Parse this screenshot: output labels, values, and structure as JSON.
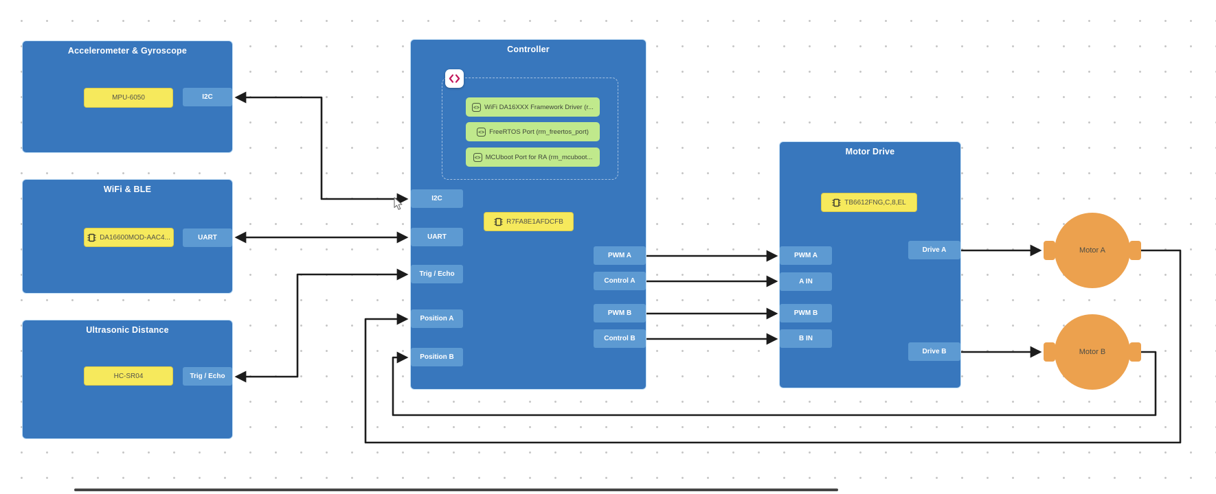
{
  "colors": {
    "block_blue": "#3877bd",
    "port_blue": "#5d9ad2",
    "chip_yellow": "#f6e95c",
    "module_green": "#c0e98c",
    "motor_orange": "#eca14e",
    "wire_black": "#1c1c1c",
    "badge_pink": "#c2185b",
    "grid_dot": "#c7c7c7"
  },
  "icons": {
    "controller_badge": "</>",
    "chip": "▯ ic-chip",
    "module": "<>",
    "cursor": "mouse-pointer"
  },
  "blocks": {
    "accelerometer": {
      "title": "Accelerometer & Gyroscope",
      "chip_label": "MPU-6050",
      "port_label": "I2C"
    },
    "wifi_ble": {
      "title": "WiFi & BLE",
      "chip_label": "DA16600MOD-AAC4...",
      "port_label": "UART"
    },
    "ultrasonic": {
      "title": "Ultrasonic Distance",
      "chip_label": "HC-SR04",
      "port_label": "Trig / Echo"
    },
    "controller": {
      "title": "Controller",
      "modules": [
        {
          "label": "WiFi DA16XXX Framework Driver (r..."
        },
        {
          "label": "FreeRTOS Port (rm_freertos_port)"
        },
        {
          "label": "MCUboot Port for RA (rm_mcuboot..."
        }
      ],
      "chip_label": "R7FA8E1AFDCFB",
      "left_ports": [
        "I2C",
        "UART",
        "Trig / Echo",
        "Position A",
        "Position B"
      ],
      "right_ports": [
        "PWM A",
        "Control A",
        "PWM B",
        "Control B"
      ]
    },
    "motor_drive": {
      "title": "Motor Drive",
      "chip_label": "TB6612FNG,C,8,EL",
      "left_ports": [
        "PWM A",
        "A IN",
        "PWM B",
        "B IN"
      ],
      "right_ports": [
        "Drive A",
        "Drive B"
      ]
    },
    "motor_a": {
      "label": "Motor A"
    },
    "motor_b": {
      "label": "Motor B"
    }
  }
}
